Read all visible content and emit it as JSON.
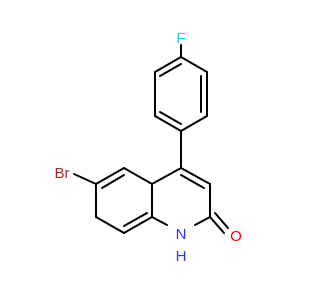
{
  "molecule": {
    "atoms": {
      "fluorine": "F",
      "bromine": "Br",
      "nitrogen": "N",
      "hydrogen": "H",
      "oxygen": "O"
    },
    "colors": {
      "bond": "#000000",
      "fluorine": "#33CCCC",
      "bromine": "#A62929",
      "nitrogen": "#3333FF",
      "oxygen": "#FF0000"
    }
  }
}
